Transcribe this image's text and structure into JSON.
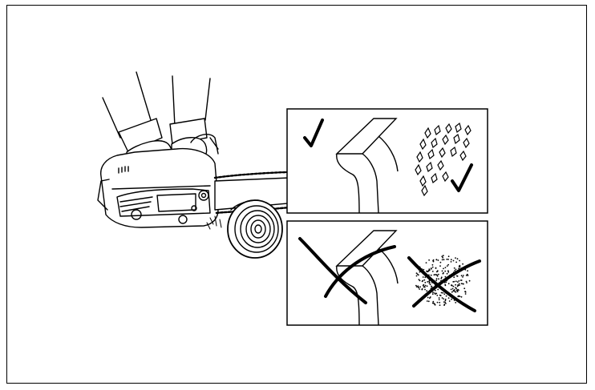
{
  "illustration": {
    "subject": "chainsaw-cutting-log",
    "panels": [
      {
        "id": "correct",
        "status": "check-mark-icon",
        "chips": "large-chips-icon"
      },
      {
        "id": "incorrect",
        "status": "cross-mark-icon",
        "chips": "fine-dust-icon"
      }
    ]
  },
  "colors": {
    "line": "#000000",
    "background": "#ffffff"
  }
}
